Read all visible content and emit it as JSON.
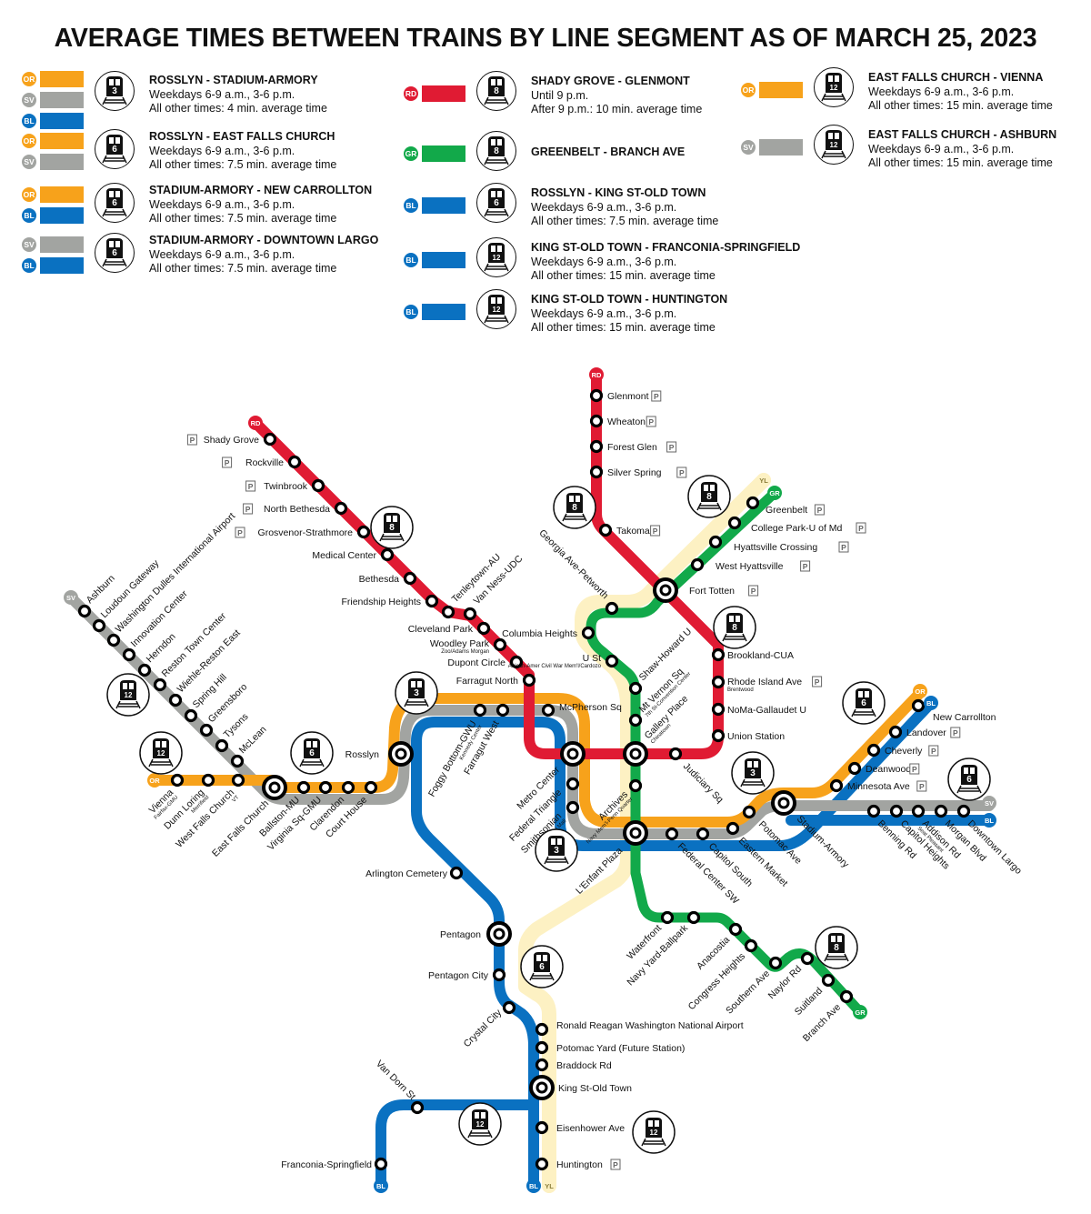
{
  "title": "AVERAGE TIMES BETWEEN TRAINS BY LINE SEGMENT AS OF MARCH 25, 2023",
  "colors": {
    "OR": "#f7a21b",
    "SV": "#a2a4a1",
    "BL": "#0a71c1",
    "RD": "#e01b33",
    "GR": "#12a94a",
    "YL": "#fdf1c3"
  },
  "legend": [
    {
      "lines": [
        "OR",
        "SV",
        "BL"
      ],
      "minutes": "3",
      "title": "ROSSLYN - STADIUM-ARMORY",
      "l1": "Weekdays 6-9 a.m., 3-6 p.m.",
      "l2": "All other times: 4 min. average time"
    },
    {
      "lines": [
        "OR",
        "SV"
      ],
      "minutes": "6",
      "title": "ROSSLYN - EAST FALLS CHURCH",
      "l1": "Weekdays 6-9 a.m., 3-6 p.m.",
      "l2": "All other times: 7.5 min. average time"
    },
    {
      "lines": [
        "OR",
        "BL"
      ],
      "minutes": "6",
      "title": "STADIUM-ARMORY - NEW CARROLLTON",
      "l1": "Weekdays 6-9 a.m., 3-6 p.m.",
      "l2": "All other times: 7.5 min. average time"
    },
    {
      "lines": [
        "SV",
        "BL"
      ],
      "minutes": "6",
      "title": "STADIUM-ARMORY - DOWNTOWN LARGO",
      "l1": "Weekdays 6-9 a.m., 3-6 p.m.",
      "l2": "All other times: 7.5 min. average time"
    },
    {
      "lines": [
        "RD"
      ],
      "minutes": "8",
      "title": "SHADY GROVE - GLENMONT",
      "l1": "Until 9 p.m.",
      "l2": "After 9 p.m.: 10 min. average time"
    },
    {
      "lines": [
        "GR"
      ],
      "minutes": "8",
      "title": "GREENBELT - BRANCH AVE",
      "l1": "",
      "l2": ""
    },
    {
      "lines": [
        "BL"
      ],
      "minutes": "6",
      "title": "ROSSLYN - KING ST-OLD TOWN",
      "l1": "Weekdays 6-9 a.m., 3-6 p.m.",
      "l2": "All other times: 7.5 min. average time"
    },
    {
      "lines": [
        "BL"
      ],
      "minutes": "12",
      "title": "KING ST-OLD TOWN - FRANCONIA-SPRINGFIELD",
      "l1": "Weekdays 6-9 a.m., 3-6 p.m.",
      "l2": "All other times: 15 min. average time"
    },
    {
      "lines": [
        "BL"
      ],
      "minutes": "12",
      "title": "KING ST-OLD TOWN - HUNTINGTON",
      "l1": "Weekdays 6-9 a.m., 3-6 p.m.",
      "l2": "All other times: 15 min. average time"
    },
    {
      "lines": [
        "OR"
      ],
      "minutes": "12",
      "title": "EAST FALLS CHURCH - VIENNA",
      "l1": "Weekdays 6-9 a.m., 3-6 p.m.",
      "l2": "All other times: 15 min. average time"
    },
    {
      "lines": [
        "SV"
      ],
      "minutes": "12",
      "title": "EAST FALLS CHURCH - ASHBURN",
      "l1": "Weekdays 6-9 a.m., 3-6 p.m.",
      "l2": "All other times: 15 min. average time"
    }
  ],
  "map_badges": [
    "RD",
    "RD",
    "GR",
    "YL",
    "SV",
    "OR",
    "OR",
    "BL",
    "SV",
    "BL",
    "GR",
    "BL",
    "BL",
    "YL"
  ],
  "map_headway_icons": [
    "8",
    "3",
    "6",
    "12",
    "12",
    "8",
    "8",
    "8",
    "6",
    "3",
    "6",
    "3",
    "6",
    "8",
    "12",
    "12"
  ],
  "stations": [
    {
      "name": "Shady Grove",
      "parking": true
    },
    {
      "name": "Rockville",
      "parking": true
    },
    {
      "name": "Twinbrook",
      "parking": true
    },
    {
      "name": "North Bethesda",
      "parking": true
    },
    {
      "name": "Grosvenor-Strathmore",
      "parking": true
    },
    {
      "name": "Medical Center"
    },
    {
      "name": "Bethesda"
    },
    {
      "name": "Friendship Heights"
    },
    {
      "name": "Tenleytown-AU"
    },
    {
      "name": "Van Ness-UDC"
    },
    {
      "name": "Cleveland Park"
    },
    {
      "name": "Woodley Park",
      "sub": "Zoo/Adams Morgan"
    },
    {
      "name": "Dupont Circle"
    },
    {
      "name": "Farragut North"
    },
    {
      "name": "Metro Center"
    },
    {
      "name": "Gallery Place",
      "sub": "Chinatown"
    },
    {
      "name": "Judiciary Sq"
    },
    {
      "name": "Union Station"
    },
    {
      "name": "NoMa-Gallaudet U"
    },
    {
      "name": "Rhode Island Ave",
      "sub": "Brentwood",
      "parking": true
    },
    {
      "name": "Brookland-CUA"
    },
    {
      "name": "Fort Totten",
      "parking": true
    },
    {
      "name": "Takoma",
      "parking": true
    },
    {
      "name": "Silver Spring",
      "parking": true
    },
    {
      "name": "Forest Glen",
      "parking": true
    },
    {
      "name": "Wheaton",
      "parking": true
    },
    {
      "name": "Glenmont",
      "parking": true
    },
    {
      "name": "Greenbelt",
      "parking": true
    },
    {
      "name": "College Park-U of Md",
      "parking": true
    },
    {
      "name": "Hyattsville Crossing",
      "parking": true
    },
    {
      "name": "West Hyattsville",
      "parking": true
    },
    {
      "name": "Georgia Ave-Petworth"
    },
    {
      "name": "Columbia Heights"
    },
    {
      "name": "U St",
      "sub": "African-Amer Civil War Mem'l/Cardozo"
    },
    {
      "name": "Shaw-Howard U"
    },
    {
      "name": "Mt Vernon Sq",
      "sub": "7th St-Convention Center"
    },
    {
      "name": "Archives",
      "sub": "Navy Mem'l-Penn Quarter"
    },
    {
      "name": "L'Enfant Plaza"
    },
    {
      "name": "Waterfront"
    },
    {
      "name": "Navy Yard-Ballpark"
    },
    {
      "name": "Anacostia",
      "parking": true
    },
    {
      "name": "Congress Heights"
    },
    {
      "name": "Southern Ave",
      "parking": true
    },
    {
      "name": "Naylor Rd",
      "parking": true
    },
    {
      "name": "Suitland",
      "parking": true
    },
    {
      "name": "Branch Ave",
      "parking": true
    },
    {
      "name": "Ashburn",
      "parking": true
    },
    {
      "name": "Loudoun Gateway",
      "parking": true
    },
    {
      "name": "Washington Dulles International Airport"
    },
    {
      "name": "Innovation Center",
      "parking": true
    },
    {
      "name": "Herndon",
      "parking": true
    },
    {
      "name": "Reston Town Center"
    },
    {
      "name": "Wiehle-Reston East",
      "parking": true
    },
    {
      "name": "Spring Hill"
    },
    {
      "name": "Greensboro"
    },
    {
      "name": "Tysons"
    },
    {
      "name": "McLean"
    },
    {
      "name": "Vienna",
      "sub": "Fairfax-GMU",
      "parking": true
    },
    {
      "name": "Dunn Loring",
      "sub": "Merrifield",
      "parking": true
    },
    {
      "name": "West Falls Church",
      "sub": "VT",
      "parking": true
    },
    {
      "name": "East Falls Church",
      "parking": true
    },
    {
      "name": "Ballston-MU"
    },
    {
      "name": "Virginia Sq-GMU"
    },
    {
      "name": "Clarendon"
    },
    {
      "name": "Court House"
    },
    {
      "name": "Rosslyn"
    },
    {
      "name": "Foggy Bottom-GWU",
      "sub": "Kennedy Center"
    },
    {
      "name": "Farragut West"
    },
    {
      "name": "McPherson Sq"
    },
    {
      "name": "Federal Triangle"
    },
    {
      "name": "Smithsonian",
      "sub": "National Mall"
    },
    {
      "name": "Federal Center SW"
    },
    {
      "name": "Capitol South"
    },
    {
      "name": "Eastern Market"
    },
    {
      "name": "Potomac Ave"
    },
    {
      "name": "Stadium-Armory"
    },
    {
      "name": "Minnesota Ave",
      "parking": true
    },
    {
      "name": "Deanwood",
      "parking": true
    },
    {
      "name": "Cheverly",
      "parking": true
    },
    {
      "name": "Landover",
      "parking": true
    },
    {
      "name": "New Carrollton"
    },
    {
      "name": "Benning Rd"
    },
    {
      "name": "Capitol Heights",
      "parking": true
    },
    {
      "name": "Addison Rd",
      "sub": "Seat Pleasant",
      "parking": true
    },
    {
      "name": "Morgan Blvd",
      "parking": true
    },
    {
      "name": "Downtown Largo",
      "parking": true
    },
    {
      "name": "Arlington Cemetery"
    },
    {
      "name": "Pentagon"
    },
    {
      "name": "Pentagon City"
    },
    {
      "name": "Crystal City"
    },
    {
      "name": "Ronald Reagan Washington National Airport"
    },
    {
      "name": "Potomac Yard (Future Station)"
    },
    {
      "name": "Braddock Rd"
    },
    {
      "name": "King St-Old Town"
    },
    {
      "name": "Eisenhower Ave"
    },
    {
      "name": "Huntington",
      "parking": true
    },
    {
      "name": "Van Dorn St",
      "parking": true
    },
    {
      "name": "Franconia-Springfield"
    }
  ]
}
